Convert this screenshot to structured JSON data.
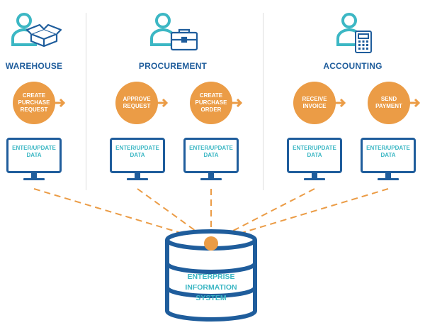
{
  "colors": {
    "navy": "#1f5d9c",
    "teal": "#3cb7c4",
    "orange": "#eb9c46"
  },
  "departments": [
    {
      "label": "WAREHOUSE",
      "icon": "person-box-icon"
    },
    {
      "label": "PROCUREMENT",
      "icon": "person-briefcase-icon"
    },
    {
      "label": "ACCOUNTING",
      "icon": "person-calculator-icon"
    }
  ],
  "steps": [
    {
      "label": "CREATE\nPURCHASE\nREQUEST"
    },
    {
      "label": "APPROVE\nREQUEST"
    },
    {
      "label": "CREATE\nPURCHASE\nORDER"
    },
    {
      "label": "RECEIVE\nINVOICE"
    },
    {
      "label": "SEND\nPAYMENT"
    }
  ],
  "terminals": [
    {
      "label": "ENTER/UPDATE\nDATA"
    },
    {
      "label": "ENTER/UPDATE\nDATA"
    },
    {
      "label": "ENTER/UPDATE\nDATA"
    },
    {
      "label": "ENTER/UPDATE\nDATA"
    },
    {
      "label": "ENTER/UPDATE\nDATA"
    }
  ],
  "database": {
    "label": "ENTERPRISE\nINFORMATION\nSYSTEM",
    "icon": "database-icon"
  }
}
